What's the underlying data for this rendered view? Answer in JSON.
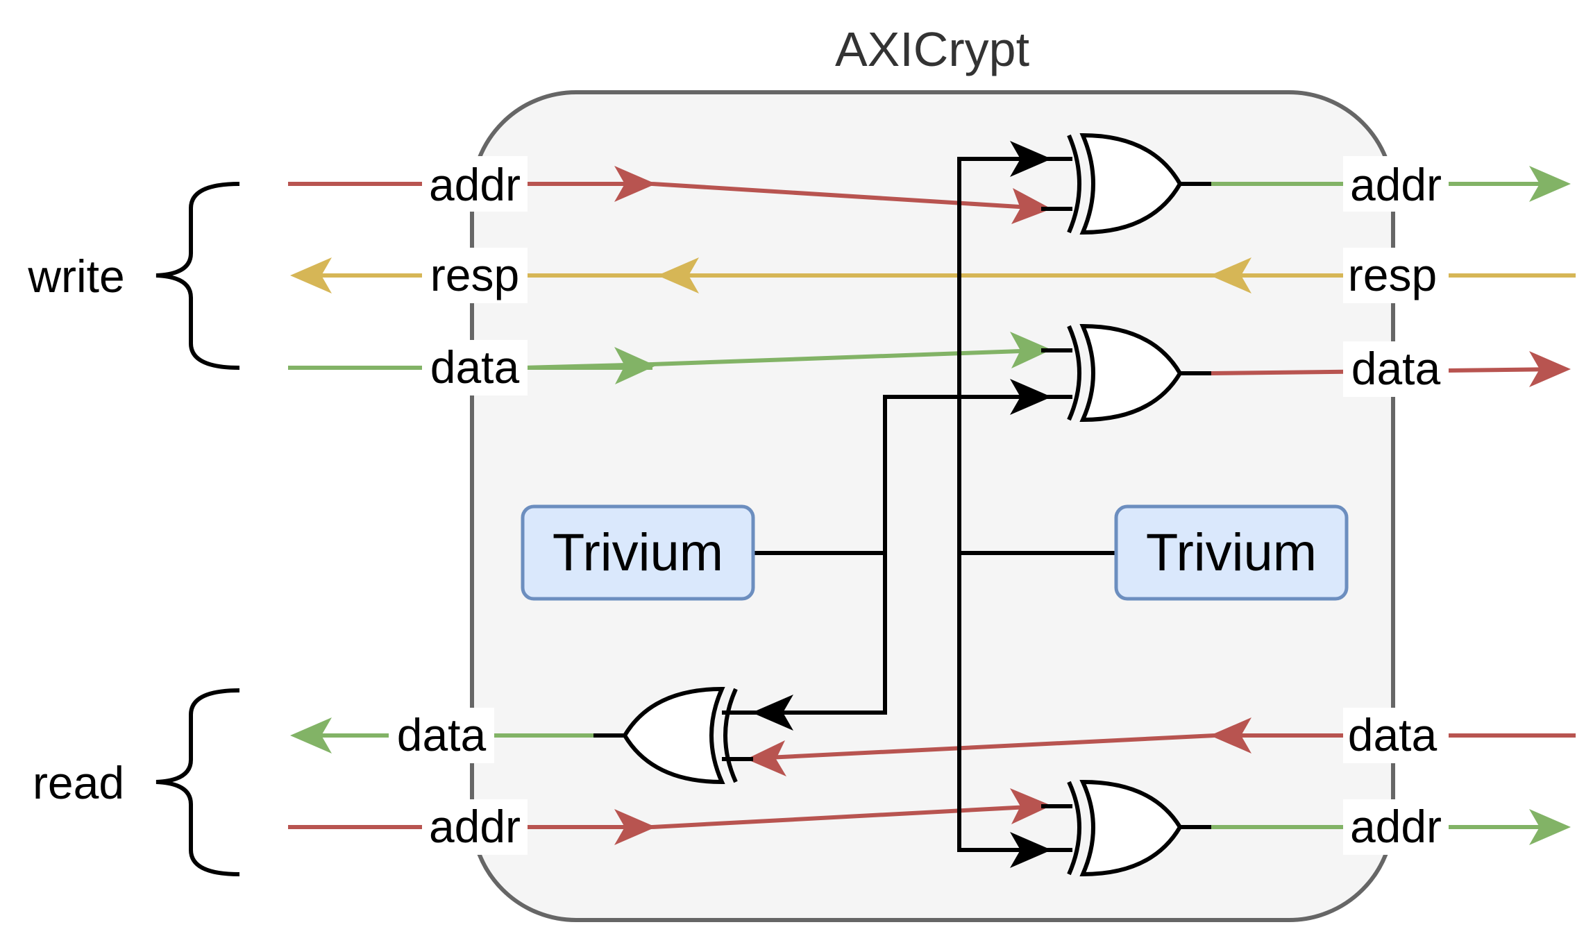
{
  "title": "AXICrypt",
  "groups": {
    "write": "write",
    "read": "read"
  },
  "blocks": {
    "trivium_left": "Trivium",
    "trivium_right": "Trivium"
  },
  "left_labels": {
    "write_addr": "addr",
    "write_resp": "resp",
    "write_data": "data",
    "read_data": "data",
    "read_addr": "addr"
  },
  "right_labels": {
    "write_addr": "addr",
    "write_resp": "resp",
    "write_data": "data",
    "read_data": "data",
    "read_addr": "addr"
  },
  "colors": {
    "plain": "#82b366",
    "encrypted": "#b85450",
    "response": "#d6b656",
    "keystream": "#000000",
    "container_fill": "#f5f5f5",
    "container_stroke": "#666666",
    "trivium_fill": "#dae8fc",
    "trivium_stroke": "#6c8ebf"
  }
}
